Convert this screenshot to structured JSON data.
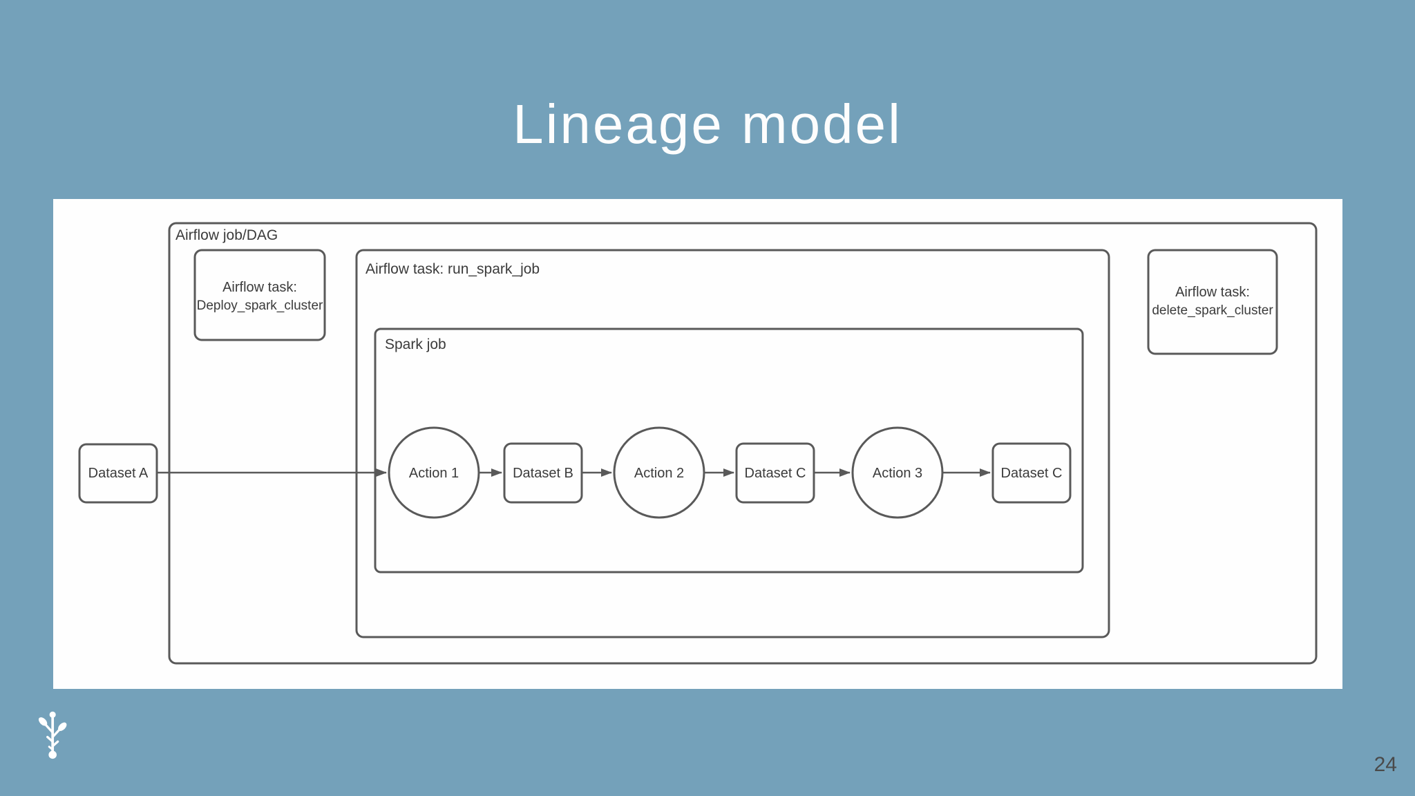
{
  "slide": {
    "title": "Lineage model",
    "page_number": "24"
  },
  "colors": {
    "background": "#74a1ba",
    "slide_background": "#fefefe",
    "shape_border": "#595959",
    "shape_text": "#3b3b3b",
    "title_text": "#fdfdfd"
  },
  "icons": {
    "footer_logo": "sprout-tree-icon"
  },
  "diagram": {
    "containers": {
      "dag": {
        "label": "Airflow job/DAG"
      },
      "run_task": {
        "label": "Airflow task: run_spark_job"
      },
      "spark_job": {
        "label": "Spark job"
      }
    },
    "tasks": {
      "deploy": {
        "line1": "Airflow task:",
        "line2": "Deploy_spark_cluster"
      },
      "delete": {
        "line1": "Airflow task:",
        "line2": "delete_spark_cluster"
      }
    },
    "flow": [
      {
        "shape": "rect",
        "label": "Dataset A"
      },
      {
        "shape": "circle",
        "label": "Action 1"
      },
      {
        "shape": "rect",
        "label": "Dataset B"
      },
      {
        "shape": "circle",
        "label": "Action 2"
      },
      {
        "shape": "rect",
        "label": "Dataset C"
      },
      {
        "shape": "circle",
        "label": "Action 3"
      },
      {
        "shape": "rect",
        "label": "Dataset C"
      }
    ]
  }
}
